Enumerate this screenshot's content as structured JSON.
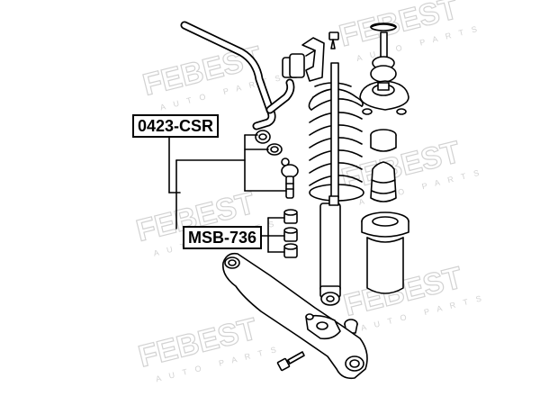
{
  "labels": {
    "part_a": "0423-CSR",
    "part_b": "MSB-736"
  },
  "watermark": {
    "brand": "FEBEST",
    "sub": "AUTO PARTS"
  },
  "colors": {
    "ink": "#000000",
    "watermark": "#d2d2d2",
    "background": "#ffffff"
  }
}
